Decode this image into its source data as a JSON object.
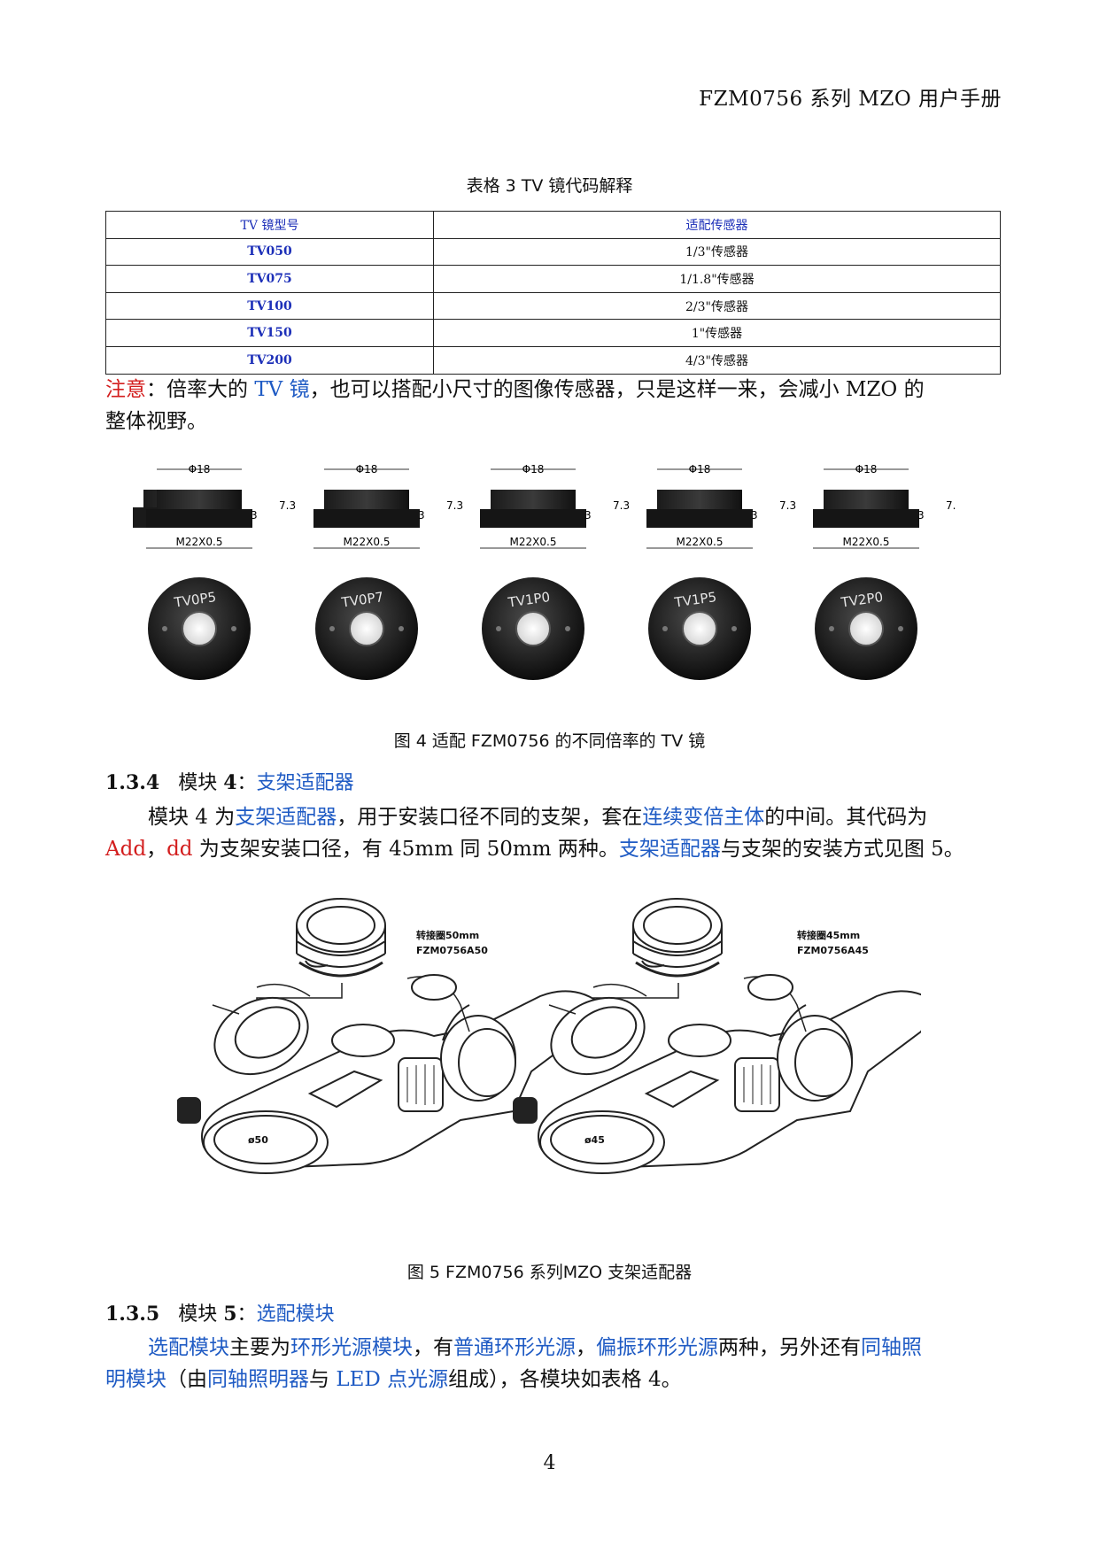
{
  "header": {
    "title": "FZM0756 系列 MZO 用户手册"
  },
  "table3": {
    "caption": "表格 3 TV 镜代码解释",
    "col_headers": [
      "TV 镜型号",
      "适配传感器"
    ],
    "rows": [
      [
        "TV050",
        "1/3\"传感器"
      ],
      [
        "TV075",
        "1/1.8\"传感器"
      ],
      [
        "TV100",
        "2/3\"传感器"
      ],
      [
        "TV150",
        "1\"传感器"
      ],
      [
        "TV200",
        "4/3\"传感器"
      ]
    ]
  },
  "note": {
    "label": "注意",
    "p1": "：倍率大的 ",
    "link1": "TV 镜",
    "p2": "，也可以搭配小尺寸的图像传感器，只是这样一来，会减小 MZO 的",
    "line2": "整体视野。"
  },
  "figure4": {
    "caption": "图 4 适配 FZM0756 的不同倍率的 TV 镜",
    "dim_diameter": "Φ18",
    "dim_height": "7.3",
    "dim_step": "3",
    "dim_thread": "M22X0.5",
    "lenses": [
      "TV0P5",
      "TV0P7",
      "TV1P0",
      "TV1P5",
      "TV2P0"
    ]
  },
  "section134": {
    "number": "1.3.4",
    "title_a": "模块 ",
    "title_b": "4",
    "title_c": "：",
    "title_link": "支架适配器",
    "p_a": "模块 4 为",
    "p_link1": "支架适配器",
    "p_b": "，用于安装口径不同的支架，套在",
    "p_link2": "连续变倍主体",
    "p_c": "的中间。其代码为",
    "p_red1": "Add",
    "p_d": "，",
    "p_red2": "dd",
    "p_e": " 为支架安装口径，有 45mm 同 50mm 两种。",
    "p_link3": "支架适配器",
    "p_f": "与支架的安装方式见图 5。"
  },
  "figure5": {
    "caption": "图 5 FZM0756 系列MZO 支架适配器",
    "left_label1": "转接圈50mm",
    "left_label2": "FZM0756A50",
    "left_ring": "ø50",
    "right_label1": "转接圈45mm",
    "right_label2": "FZM0756A45",
    "right_ring": "ø45"
  },
  "section135": {
    "number": "1.3.5",
    "title_a": "模块 ",
    "title_b": "5",
    "title_c": "：",
    "title_link": "选配模块",
    "p_link1": "选配模块",
    "p_a": "主要为",
    "p_link2": "环形光源模块",
    "p_b": "，有",
    "p_link3": "普通环形光源",
    "p_c": "，",
    "p_link4": "偏振环形光源",
    "p_d": "两种，另外还有",
    "p_link5": "同轴照",
    "p_link6": "明模块",
    "p_e": "（由",
    "p_link7": "同轴照明器",
    "p_f": "与 ",
    "p_link8": "LED 点光源",
    "p_g": "组成），各模块如表格 4。"
  },
  "footer": {
    "page_number": "4"
  }
}
